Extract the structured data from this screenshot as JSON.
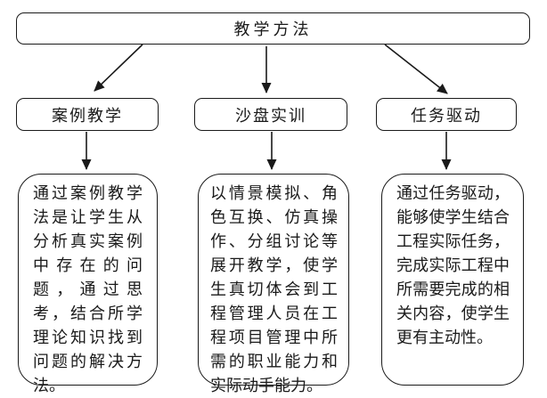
{
  "title": "教学方法",
  "colors": {
    "line": "#1a1a1a",
    "background": "#ffffff",
    "text": "#1a1a1a"
  },
  "branches": [
    {
      "id": "case-teaching",
      "label": "案例教学",
      "description": "通过案例教学法是让学生从分析真实案例中存在的问题，通过思考，结合所学理论知识找到问题的解决方法。"
    },
    {
      "id": "sandbox-training",
      "label": "沙盘实训",
      "description": "以情景模拟、角色互换、仿真操作、分组讨论等展开教学，使学生真切体会到工程管理人员在工程项目管理中所需的职业能力和实际动手能力。"
    },
    {
      "id": "task-driven",
      "label": "任务驱动",
      "description": "通过任务驱动，能够使学生结合工程实际任务，完成实际工程中所需要完成的相关内容，使学生更有主动性。"
    }
  ]
}
